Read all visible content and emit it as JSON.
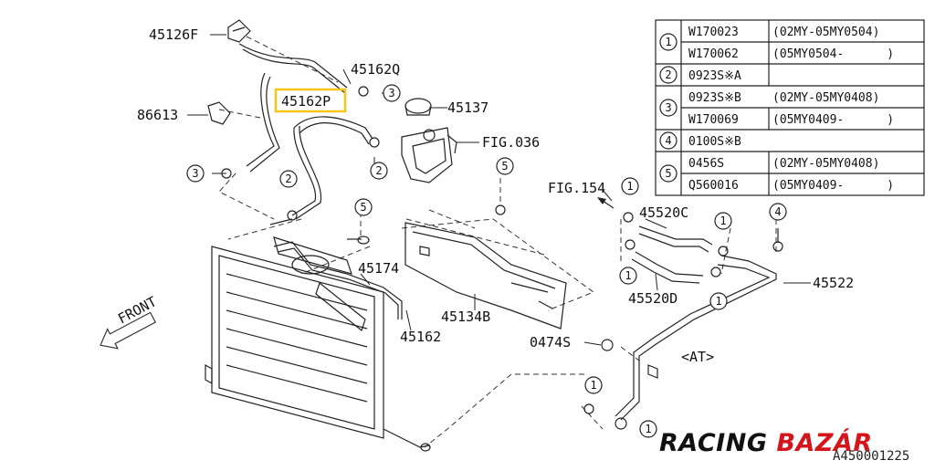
{
  "labels": {
    "p45126F": "45126F",
    "p45162Q": "45162Q",
    "p45162P": "45162P",
    "p86613": "86613",
    "p45137": "45137",
    "fig036": "FIG.036",
    "p45174": "45174",
    "p45134B": "45134B",
    "p45162": "45162",
    "fig154": "FIG.154",
    "p45520C": "45520C",
    "p45520D": "45520D",
    "p45522": "45522",
    "p0474S": "0474S",
    "at": "<AT>",
    "front": "FRONT"
  },
  "callouts": [
    "1",
    "2",
    "3",
    "4",
    "5"
  ],
  "table": {
    "rows": [
      {
        "ref": "1",
        "part": "W170023",
        "range": "(02MY-05MY0504)"
      },
      {
        "ref": "1",
        "part": "W170062",
        "range": "(05MY0504-      )"
      },
      {
        "ref": "2",
        "part": "0923S※A",
        "range": ""
      },
      {
        "ref": "3",
        "part": "0923S※B",
        "range": "(02MY-05MY0408)"
      },
      {
        "ref": "3",
        "part": "W170069",
        "range": "(05MY0409-      )"
      },
      {
        "ref": "4",
        "part": "0100S※B",
        "range": ""
      },
      {
        "ref": "5",
        "part": "0456S",
        "range": "(02MY-05MY0408)"
      },
      {
        "ref": "5",
        "part": "Q560016",
        "range": "(05MY0409-      )"
      }
    ]
  },
  "watermark": {
    "word1": "RACING",
    "word2": "BAZÁR"
  },
  "diagram_code": "A450001225",
  "colors": {
    "highlight": "#f5c518",
    "line": "#222222",
    "brand_red": "#d4161c"
  }
}
